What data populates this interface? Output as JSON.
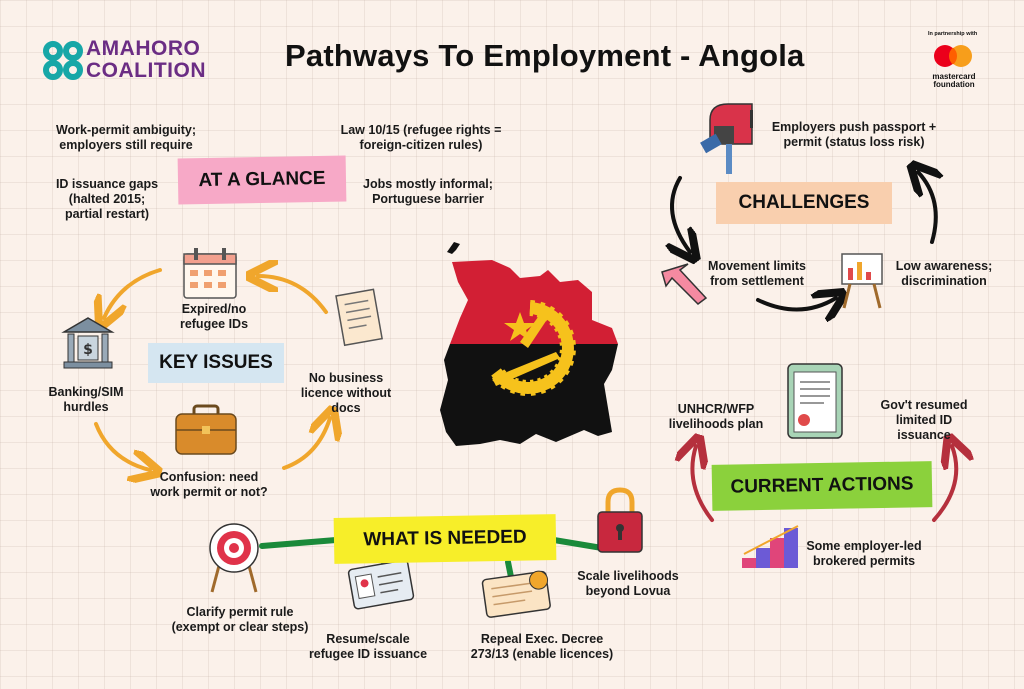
{
  "header": {
    "logo_line1": "AMAHORO",
    "logo_line2": "COALITION",
    "title": "Pathways To Employment - Angola",
    "partner_caption": "In partnership with",
    "partner_line1": "mastercard",
    "partner_line2": "foundation"
  },
  "at_a_glance": {
    "label": "AT A GLANCE",
    "items": [
      "Work-permit ambiguity; employers still require",
      "Law 10/15 (refugee rights = foreign-citizen rules)",
      "ID issuance gaps (halted 2015; partial restart)",
      "Jobs mostly informal; Portuguese barrier"
    ]
  },
  "key_issues": {
    "label": "KEY ISSUES",
    "items": [
      "Expired/no refugee IDs",
      "No business licence without docs",
      "Banking/SIM hurdles",
      "Confusion: need work permit or not?"
    ]
  },
  "challenges": {
    "label": "CHALLENGES",
    "items": [
      "Employers push passport + permit (status loss risk)",
      "Movement limits from settlement",
      "Low awareness; discrimination"
    ]
  },
  "current_actions": {
    "label": "CURRENT ACTIONS",
    "items": [
      "UNHCR/WFP livelihoods plan",
      "Gov't resumed limited ID issuance",
      "Some employer-led brokered permits"
    ]
  },
  "what_is_needed": {
    "label": "WHAT IS NEEDED",
    "items": [
      "Clarify permit rule (exempt or clear steps)",
      "Resume/scale refugee ID issuance",
      "Repeal Exec. Decree 273/13 (enable licences)",
      "Scale livelihoods beyond Lovua"
    ]
  },
  "colors": {
    "arrow_orange": "#f0a62c",
    "arrow_red": "#b5303d",
    "connector_green": "#1a8a3a",
    "flag_red": "#d21f34",
    "flag_black": "#111111",
    "emblem_yellow": "#f6c21c"
  }
}
